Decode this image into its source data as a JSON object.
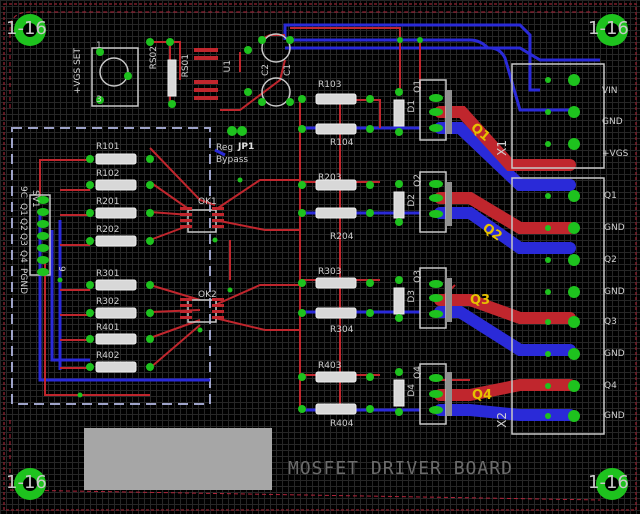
{
  "title": "MOSFET DRIVER BOARD",
  "mount_hole_label": "1-16",
  "regulator": {
    "labels": [
      "RS02",
      "RS01",
      "U1",
      "C2",
      "C1",
      "+VGS SET",
      "1",
      "3"
    ]
  },
  "jumper": {
    "name": "JP1",
    "line1": "Reg",
    "line2": "Bypass"
  },
  "optocouplers": [
    "OK1",
    "OK2"
  ],
  "header": {
    "name": "SV1",
    "pins": [
      "9C",
      "Q1",
      "Q2",
      "Q3",
      "Q4",
      "9",
      "PGND"
    ]
  },
  "resistors_left": [
    "R101",
    "R102",
    "R201",
    "R202",
    "R301",
    "R302",
    "R401",
    "R402"
  ],
  "resistors_right": [
    "R103",
    "R104",
    "R203",
    "R204",
    "R303",
    "R304",
    "R403",
    "R404"
  ],
  "diodes": [
    "D1",
    "D2",
    "D3",
    "D4"
  ],
  "mosfets": [
    "Q1",
    "Q2",
    "Q3",
    "Q4"
  ],
  "trace_labels": [
    "Q1",
    "Q2",
    "Q3",
    "Q4"
  ],
  "connector_x1": {
    "name": "X1",
    "pins": [
      "VIN",
      "GND",
      "+VGS"
    ]
  },
  "connector_x2": {
    "name": "X2",
    "pins": [
      "Q1",
      "GND",
      "Q2",
      "GND",
      "Q3",
      "GND",
      "Q4",
      "GND"
    ]
  },
  "colors": {
    "top_copper": "#c0262d",
    "bottom_copper": "#2a2ad8",
    "pad": "#1ec21e",
    "silkscreen": "#cfcfcf",
    "trace_label": "#e6c200"
  }
}
